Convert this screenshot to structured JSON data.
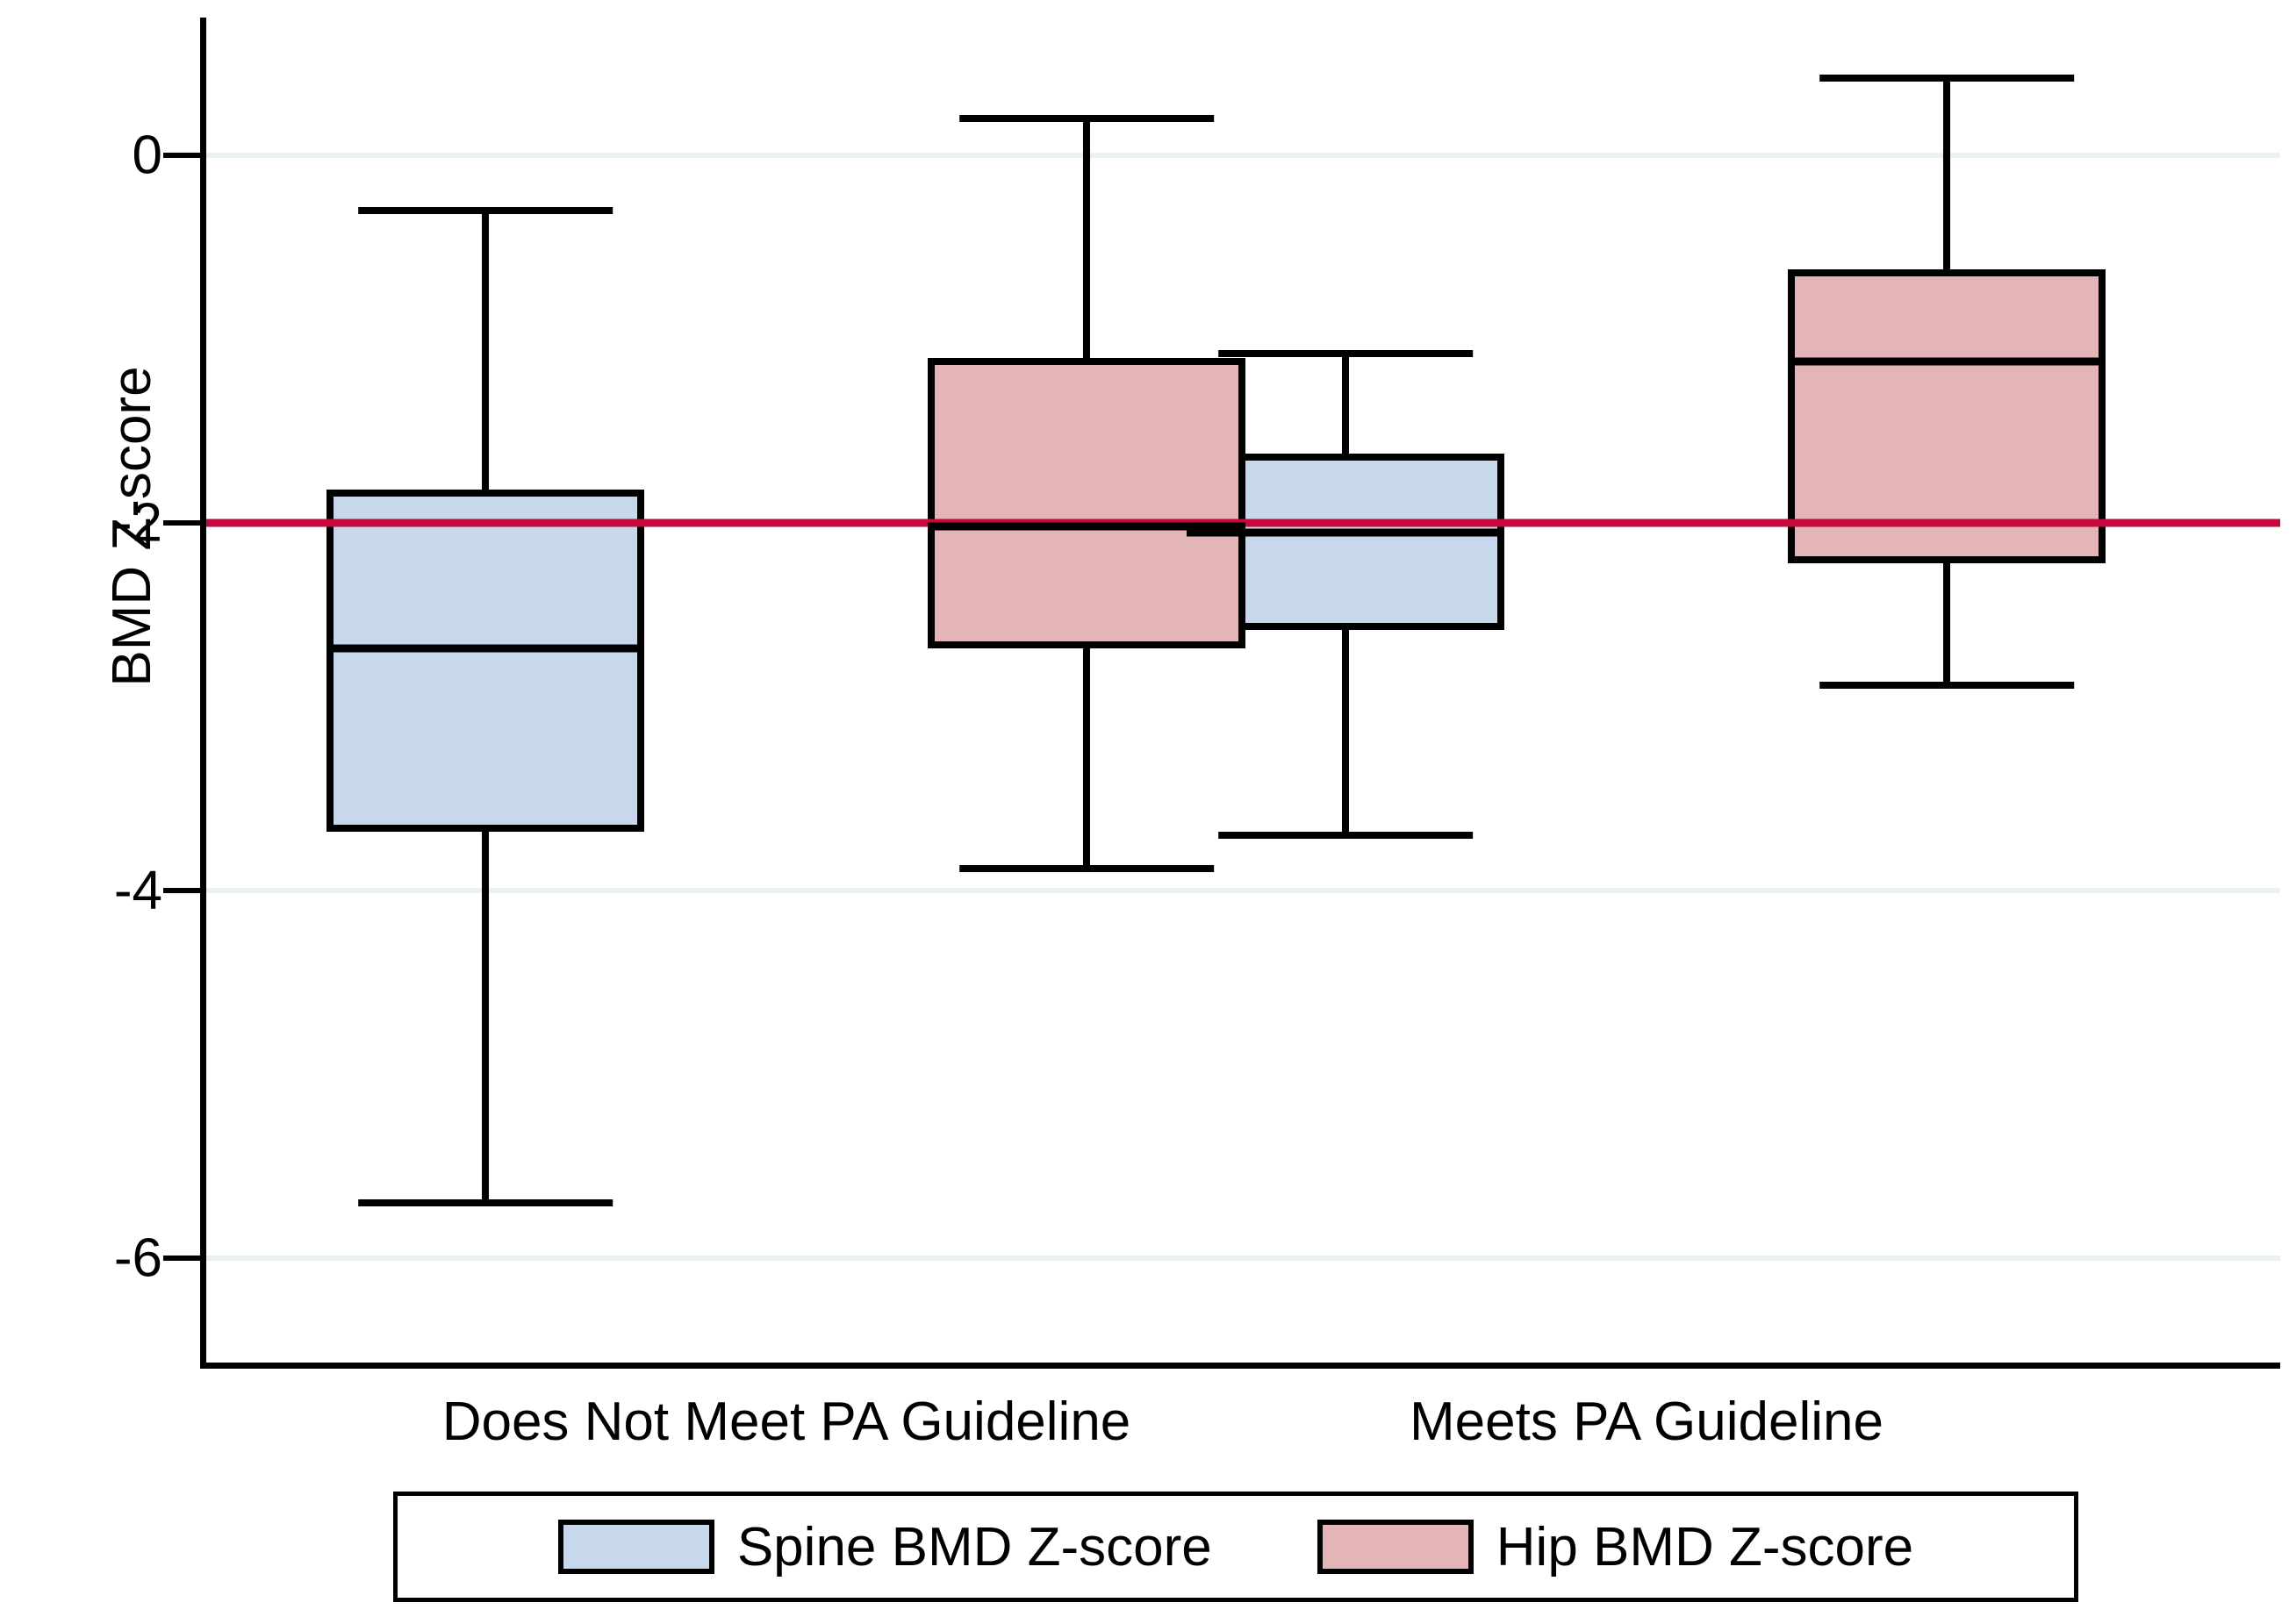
{
  "chart_data": {
    "type": "box",
    "title": "",
    "xlabel": "",
    "ylabel": "BMD Z-score",
    "ylim": [
      -6.6,
      0.75
    ],
    "yticks": [
      0,
      -2,
      -4,
      -6
    ],
    "ytick_labels": [
      "0",
      "-2",
      "-4",
      "-6"
    ],
    "grid": true,
    "gridlines_at": [
      0,
      -2,
      -4,
      -6
    ],
    "reference_line": {
      "value": -2,
      "color": "#c4093c",
      "label": ""
    },
    "categories": [
      "Does Not Meet PA Guideline",
      "Meets PA Guideline"
    ],
    "legend": {
      "position": "bottom",
      "entries": [
        {
          "name": "Spine BMD Z-score",
          "color": "#c7d8ec"
        },
        {
          "name": "Hip BMD Z-score",
          "color": "#e3b5b6"
        }
      ]
    },
    "series": [
      {
        "name": "Spine BMD Z-score",
        "color": "#c7d8ec",
        "boxes": [
          {
            "category": "Does Not Meet PA Guideline",
            "whisker_high": -0.3,
            "q3": -1.82,
            "median": -2.68,
            "q1": -3.68,
            "whisker_low": -5.7
          },
          {
            "category": "Meets PA Guideline",
            "whisker_high": -1.08,
            "q3": -1.62,
            "median": -2.05,
            "q1": -2.58,
            "whisker_low": -3.7
          }
        ]
      },
      {
        "name": "Hip BMD Z-score",
        "color": "#e3b5b6",
        "boxes": [
          {
            "category": "Does Not Meet PA Guideline",
            "whisker_high": 0.2,
            "q3": -1.1,
            "median": -2.02,
            "q1": -2.68,
            "whisker_low": -3.88
          },
          {
            "category": "Meets PA Guideline",
            "whisker_high": 0.42,
            "q3": -0.62,
            "median": -1.12,
            "q1": -2.22,
            "whisker_low": -2.88
          }
        ]
      }
    ]
  },
  "axis": {
    "y_title": "BMD Z-score"
  },
  "x_categories": [
    {
      "label": "Does Not Meet PA Guideline"
    },
    {
      "label": "Meets PA Guideline"
    }
  ],
  "legend": {
    "entries": [
      {
        "label": "Spine BMD Z-score"
      },
      {
        "label": "Hip BMD Z-score"
      }
    ]
  },
  "colors": {
    "spine_fill": "#c7d8ec",
    "hip_fill": "#e3b5b6",
    "outline": "#000000",
    "reference_line": "#c4093c",
    "gridline": "#eaf1f2",
    "background": "#ffffff"
  }
}
